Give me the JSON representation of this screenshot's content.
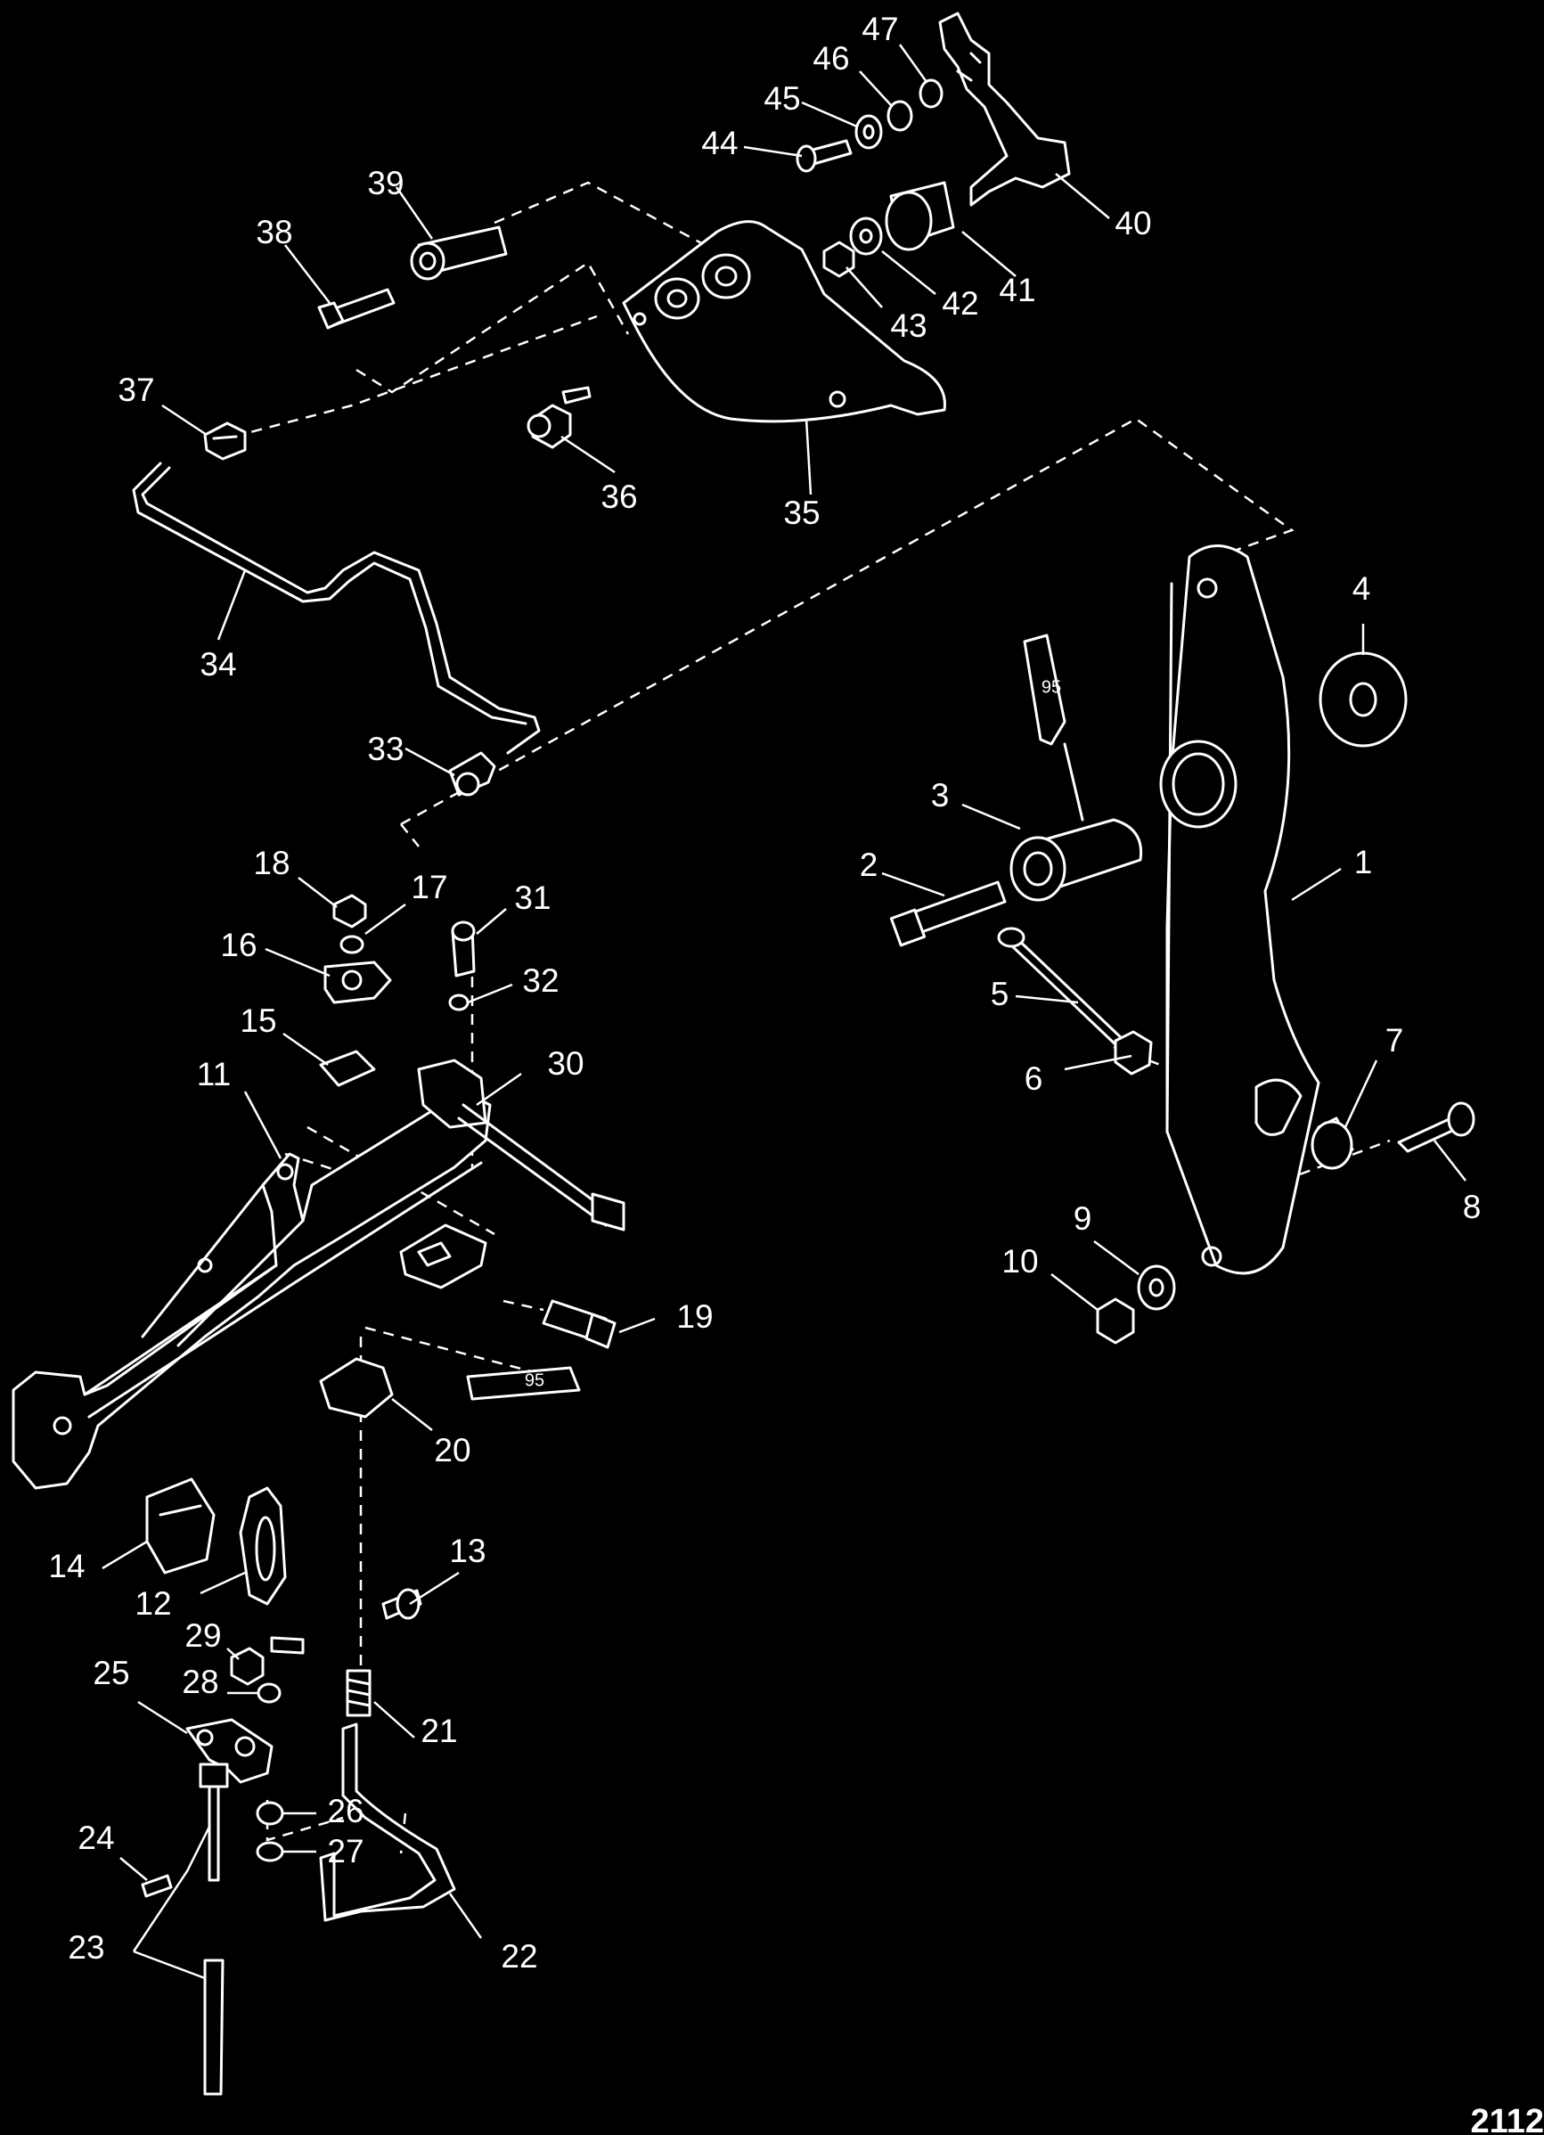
{
  "figure_number": "2112",
  "tube_labels": [
    "95",
    "95"
  ],
  "callouts": [
    {
      "id": "1",
      "label": "1"
    },
    {
      "id": "2",
      "label": "2"
    },
    {
      "id": "3",
      "label": "3"
    },
    {
      "id": "4",
      "label": "4"
    },
    {
      "id": "5",
      "label": "5"
    },
    {
      "id": "6",
      "label": "6"
    },
    {
      "id": "7",
      "label": "7"
    },
    {
      "id": "8",
      "label": "8"
    },
    {
      "id": "9",
      "label": "9"
    },
    {
      "id": "10",
      "label": "10"
    },
    {
      "id": "11",
      "label": "11"
    },
    {
      "id": "12",
      "label": "12"
    },
    {
      "id": "13",
      "label": "13"
    },
    {
      "id": "14",
      "label": "14"
    },
    {
      "id": "15",
      "label": "15"
    },
    {
      "id": "16",
      "label": "16"
    },
    {
      "id": "17",
      "label": "17"
    },
    {
      "id": "18",
      "label": "18"
    },
    {
      "id": "19",
      "label": "19"
    },
    {
      "id": "20",
      "label": "20"
    },
    {
      "id": "21",
      "label": "21"
    },
    {
      "id": "22",
      "label": "22"
    },
    {
      "id": "23",
      "label": "23"
    },
    {
      "id": "24",
      "label": "24"
    },
    {
      "id": "25",
      "label": "25"
    },
    {
      "id": "26",
      "label": "26"
    },
    {
      "id": "27",
      "label": "27"
    },
    {
      "id": "28",
      "label": "28"
    },
    {
      "id": "29",
      "label": "29"
    },
    {
      "id": "30",
      "label": "30"
    },
    {
      "id": "31",
      "label": "31"
    },
    {
      "id": "32",
      "label": "32"
    },
    {
      "id": "33",
      "label": "33"
    },
    {
      "id": "34",
      "label": "34"
    },
    {
      "id": "35",
      "label": "35"
    },
    {
      "id": "36",
      "label": "36"
    },
    {
      "id": "37",
      "label": "37"
    },
    {
      "id": "38",
      "label": "38"
    },
    {
      "id": "39",
      "label": "39"
    },
    {
      "id": "40",
      "label": "40"
    },
    {
      "id": "41",
      "label": "41"
    },
    {
      "id": "42",
      "label": "42"
    },
    {
      "id": "43",
      "label": "43"
    },
    {
      "id": "44",
      "label": "44"
    },
    {
      "id": "45",
      "label": "45"
    },
    {
      "id": "46",
      "label": "46"
    },
    {
      "id": "47",
      "label": "47"
    }
  ]
}
